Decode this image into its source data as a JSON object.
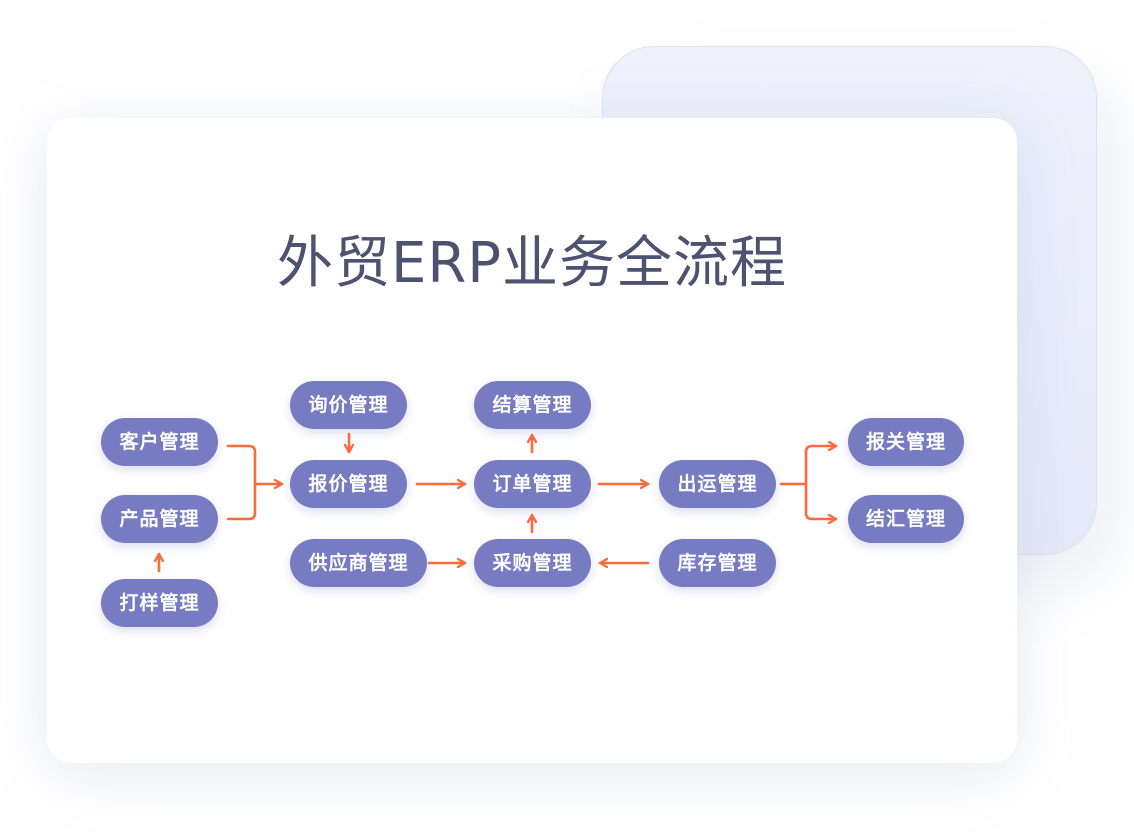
{
  "title": "外贸ERP业务全流程",
  "colors": {
    "node_fill": "#767bc2",
    "node_text": "#ffffff",
    "arrow": "#ff6a3d",
    "title": "#4c5270"
  },
  "nodes": [
    {
      "id": "customer",
      "label": "客户管理"
    },
    {
      "id": "product",
      "label": "产品管理"
    },
    {
      "id": "sample",
      "label": "打样管理"
    },
    {
      "id": "inquiry",
      "label": "询价管理"
    },
    {
      "id": "quotation",
      "label": "报价管理"
    },
    {
      "id": "supplier",
      "label": "供应商管理"
    },
    {
      "id": "settlement",
      "label": "结算管理"
    },
    {
      "id": "order",
      "label": "订单管理"
    },
    {
      "id": "purchase",
      "label": "采购管理"
    },
    {
      "id": "shipping",
      "label": "出运管理"
    },
    {
      "id": "inventory",
      "label": "库存管理"
    },
    {
      "id": "customs",
      "label": "报关管理"
    },
    {
      "id": "exchange",
      "label": "结汇管理"
    }
  ],
  "edges": [
    {
      "from": "sample",
      "to": "product"
    },
    {
      "from": "customer",
      "to": "quotation"
    },
    {
      "from": "product",
      "to": "quotation"
    },
    {
      "from": "inquiry",
      "to": "quotation"
    },
    {
      "from": "quotation",
      "to": "order"
    },
    {
      "from": "supplier",
      "to": "purchase"
    },
    {
      "from": "order",
      "to": "settlement"
    },
    {
      "from": "purchase",
      "to": "order"
    },
    {
      "from": "order",
      "to": "shipping"
    },
    {
      "from": "inventory",
      "to": "purchase"
    },
    {
      "from": "shipping",
      "to": "customs"
    },
    {
      "from": "shipping",
      "to": "exchange"
    }
  ]
}
